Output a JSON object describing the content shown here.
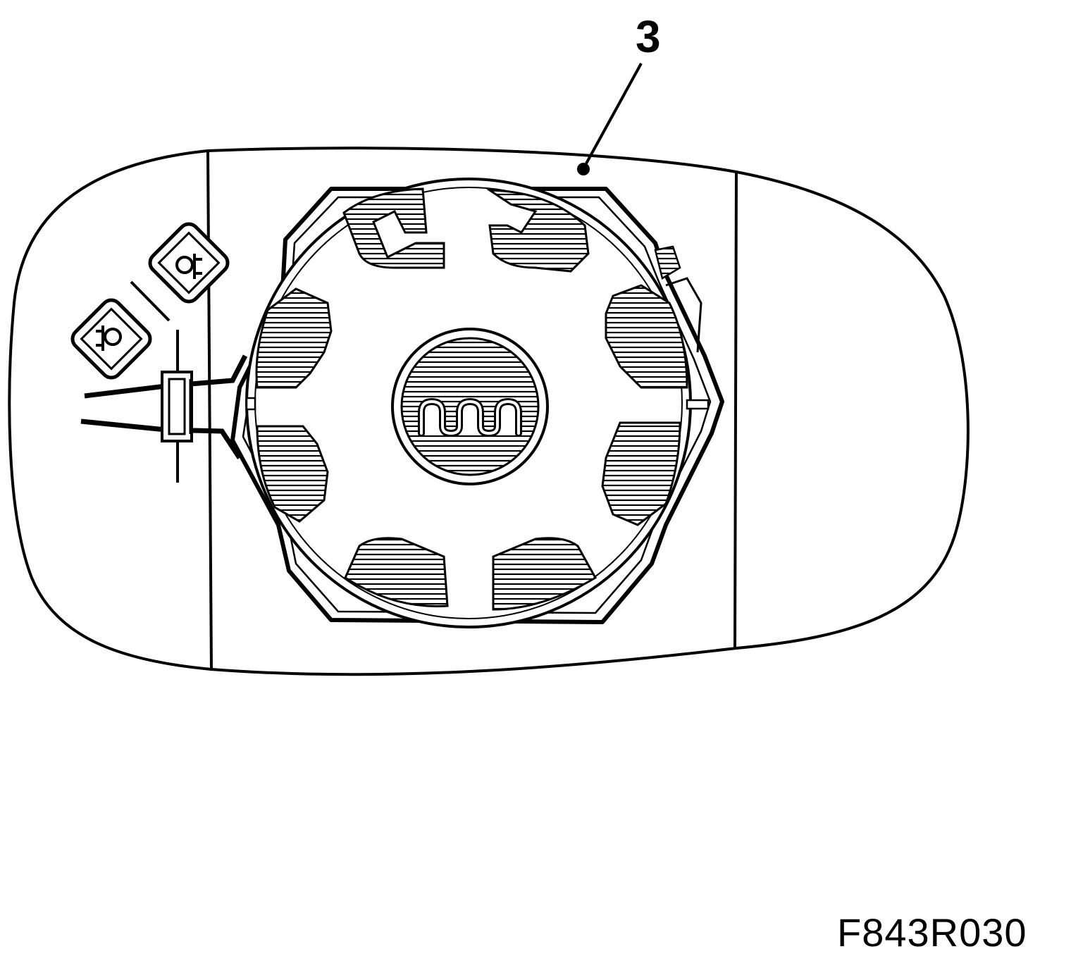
{
  "callout": {
    "label": "3"
  },
  "figure": {
    "code": "F843R030"
  },
  "icons": {
    "mirror_glass": "mirror-glass-outline",
    "heating_element": "heating-element-icon",
    "connector": "electrical-connector-icon",
    "symbols": [
      "mirror-heat-symbol-icon",
      "mirror-heat-symbol-icon"
    ]
  },
  "colors": {
    "line": "#000000",
    "background": "#ffffff"
  }
}
